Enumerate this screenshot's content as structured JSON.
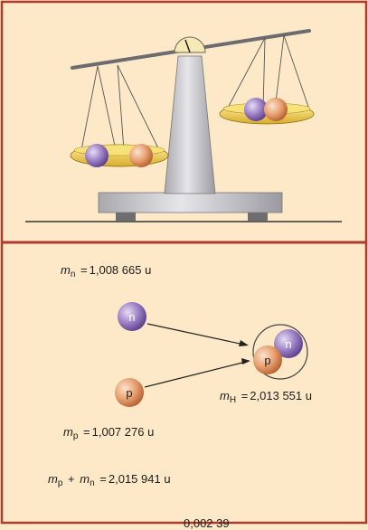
{
  "particles": {
    "neutron_symbol": "n",
    "proton_symbol": "p"
  },
  "labels": {
    "m_n": {
      "symbol": "m",
      "sub": "n",
      "value": "1,008 665 u"
    },
    "m_H": {
      "symbol": "m",
      "sub": "H",
      "value": "2,013 551 u"
    },
    "m_p": {
      "symbol": "m",
      "sub": "p",
      "value": "1,007 276 u"
    },
    "sum": {
      "symbol1": "m",
      "sub1": "p",
      "plus": "+",
      "symbol2": "m",
      "sub2": "n",
      "value": "2,015 941 u"
    },
    "cut_off": "0,002 39"
  },
  "colors": {
    "background": "#fde9c8",
    "border": "#b03a2e",
    "divider": "#b03a2e",
    "neutron": "#9b7fc4",
    "proton": "#e8a070",
    "pan": "#f2d04b",
    "scale_body": "#c9c9cc"
  }
}
